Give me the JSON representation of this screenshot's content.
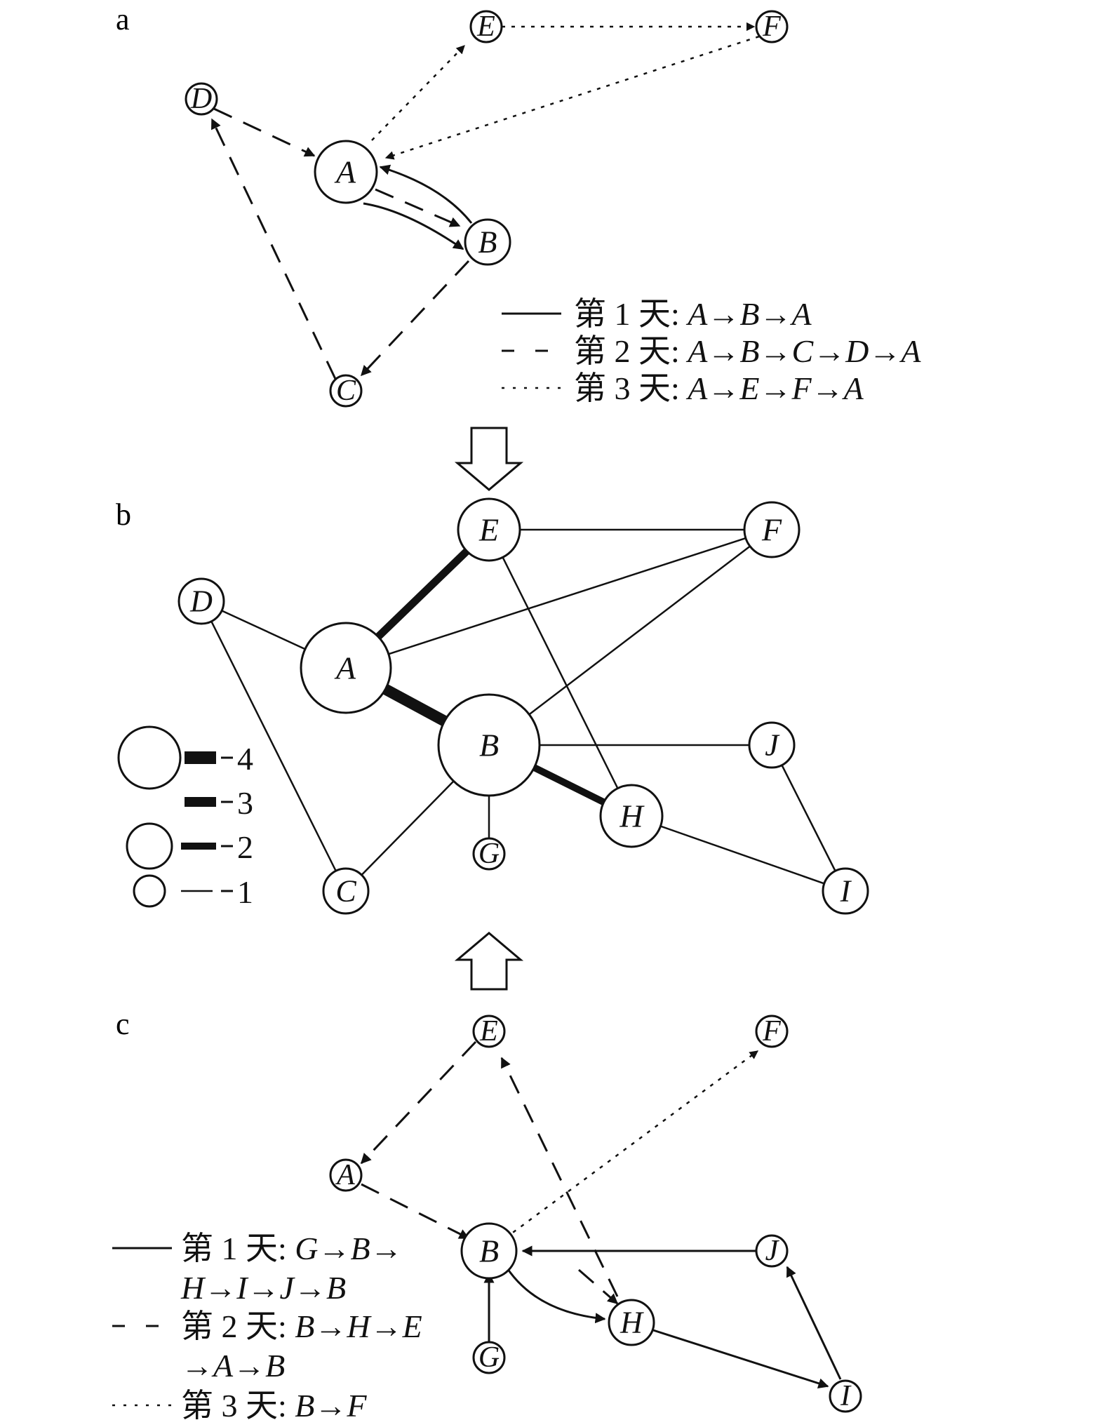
{
  "panels": {
    "a": {
      "label": "a",
      "nodes": {
        "A": "A",
        "B": "B",
        "C": "C",
        "D": "D",
        "E": "E",
        "F": "F"
      },
      "legend": [
        {
          "prefix": "第 1 天: ",
          "path": "A→B→A"
        },
        {
          "prefix": "第 2 天: ",
          "path": "A→B→C→D→A"
        },
        {
          "prefix": "第 3 天: ",
          "path": "A→E→F→A"
        }
      ]
    },
    "b": {
      "label": "b",
      "nodes": {
        "A": "A",
        "B": "B",
        "C": "C",
        "D": "D",
        "E": "E",
        "F": "F",
        "G": "G",
        "H": "H",
        "I": "I",
        "J": "J"
      },
      "scale_legend": [
        "4",
        "3",
        "2",
        "1"
      ]
    },
    "c": {
      "label": "c",
      "nodes": {
        "A": "A",
        "B": "B",
        "E": "E",
        "F": "F",
        "G": "G",
        "H": "H",
        "I": "I",
        "J": "J"
      },
      "legend": [
        {
          "prefix": "第 1 天: ",
          "path": "G→B→",
          "cont": "H→I→J→B"
        },
        {
          "prefix": "第 2 天: ",
          "path": "B→H→E",
          "cont": "→A→B"
        },
        {
          "prefix": "第 3 天: ",
          "path": "B→F"
        }
      ]
    }
  }
}
